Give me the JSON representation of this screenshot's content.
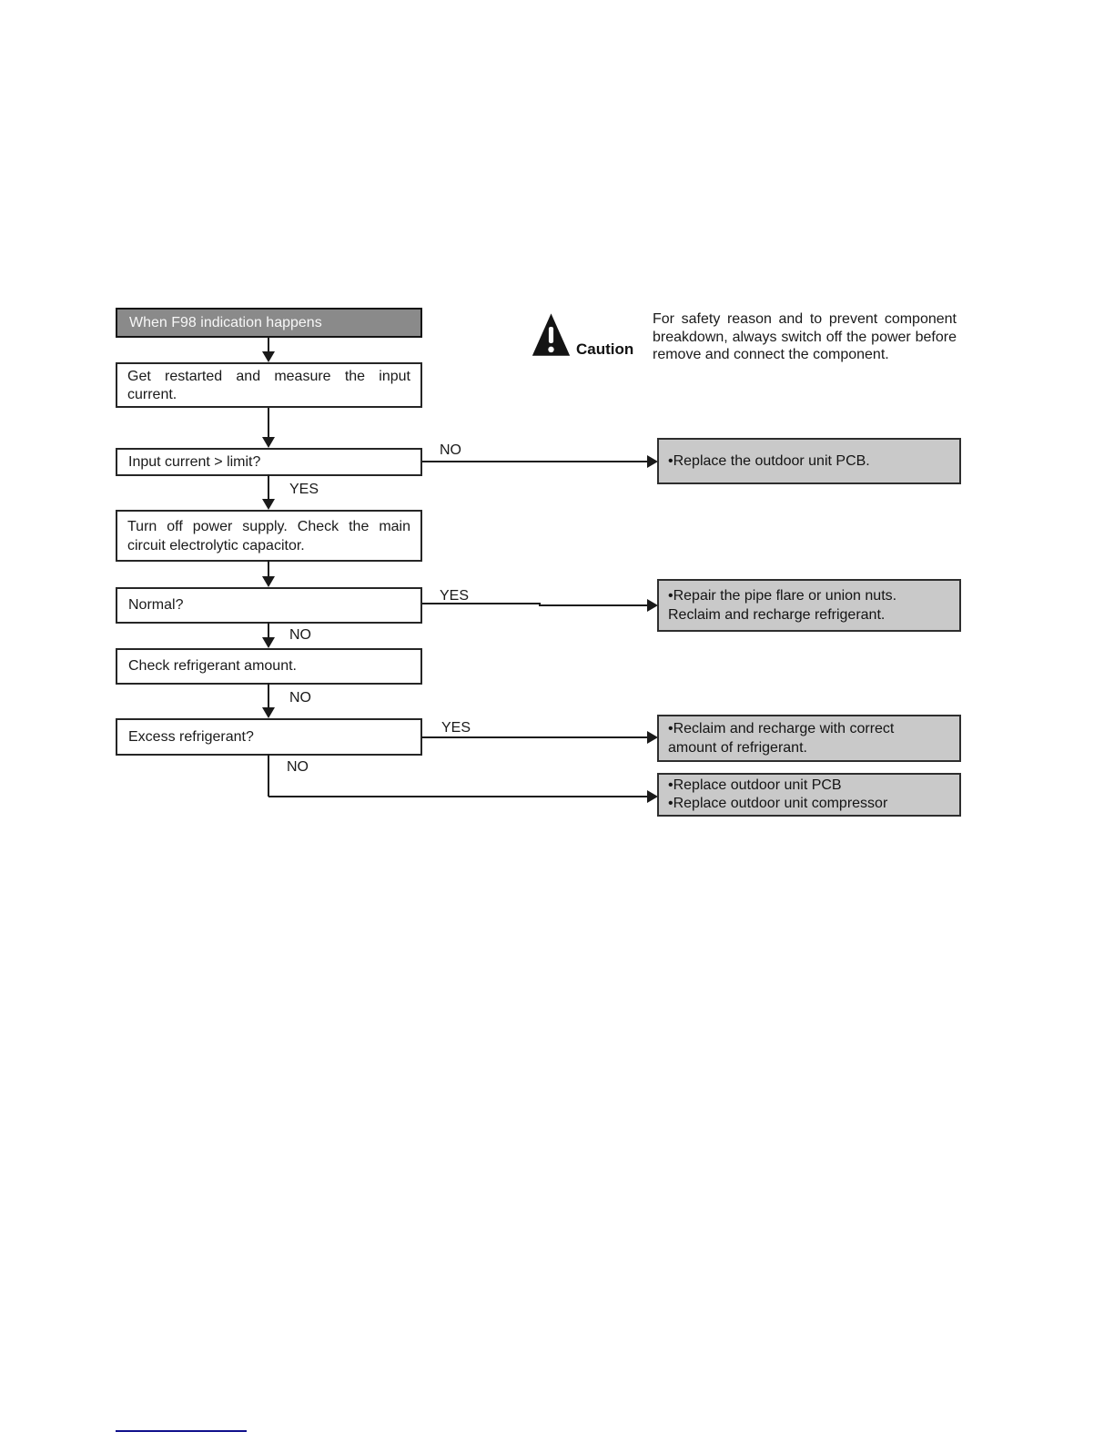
{
  "colors": {
    "start_node_bg": "#8a8a8a",
    "start_node_text": "#f7f7f7",
    "action_node_bg": "#c9c9c9",
    "connector": "#1a1a1a",
    "footer_rule": "#10108c"
  },
  "caution": {
    "icon": "warning-triangle",
    "label": "Caution",
    "text": "For safety reason and to prevent component breakdown, always switch off the power before remove and connect the component."
  },
  "flow": {
    "start": "When F98 indication happens",
    "step1": "Get restarted and measure the input current.",
    "decision1": "Input current > limit?",
    "step2": "Turn off power supply. Check the main circuit electrolytic capacitor.",
    "decision2": "Normal?",
    "step3": "Check refrigerant amount.",
    "decision3": "Excess refrigerant?",
    "labels": {
      "d1_no": "NO",
      "d1_yes": "YES",
      "d2_yes": "YES",
      "d2_no": "NO",
      "s3_no": "NO",
      "d3_yes": "YES",
      "d3_no": "NO"
    },
    "actions": {
      "a1": "•Replace the outdoor unit PCB.",
      "a2": "•Repair the pipe flare or union nuts. Reclaim and recharge refrigerant.",
      "a3": "•Reclaim and recharge with correct amount of refrigerant.",
      "a4_line1": "•Replace outdoor unit PCB",
      "a4_line2": "•Replace outdoor unit compressor"
    }
  }
}
